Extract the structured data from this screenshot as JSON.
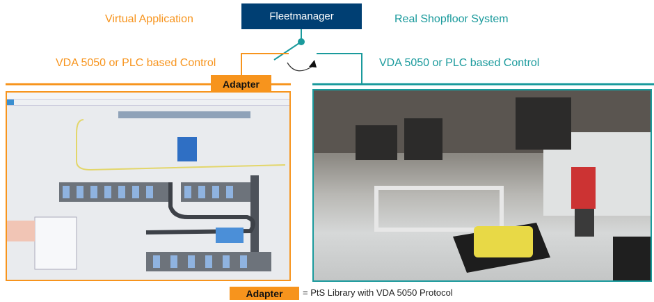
{
  "fleetmanager": "Fleetmanager",
  "virtual": {
    "title": "Virtual Application",
    "control": "VDA 5050 or PLC based Control"
  },
  "real": {
    "title": "Real Shopfloor System",
    "control": "VDA 5050 or PLC based Control"
  },
  "adapter_label": "Adapter",
  "legend": {
    "label": "Adapter",
    "text": "= PtS Library with VDA 5050 Protocol"
  },
  "colors": {
    "orange": "#f7941d",
    "teal": "#1a9a9c",
    "navy": "#003f73"
  }
}
